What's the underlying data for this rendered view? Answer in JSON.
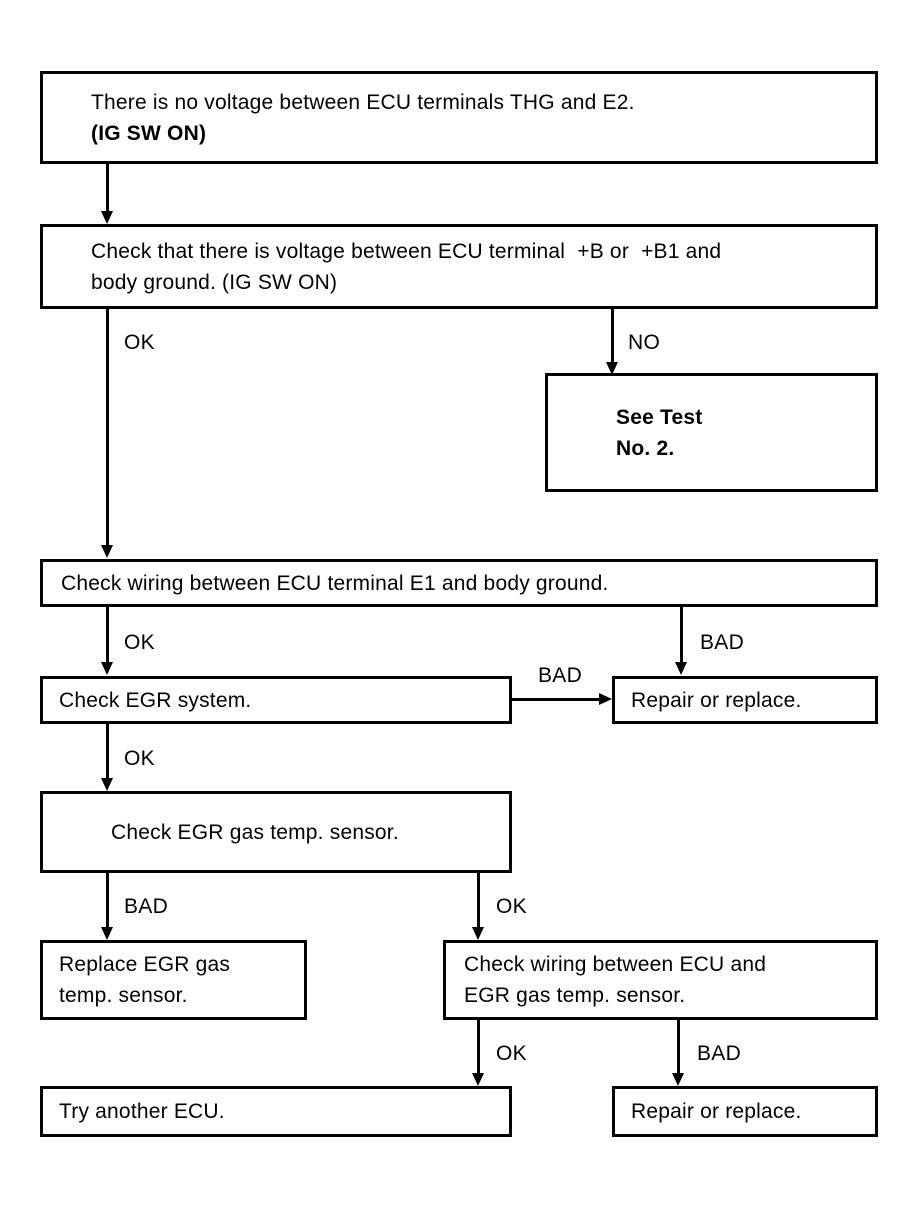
{
  "diagram": {
    "title": "EGR gas temperature sensor troubleshooting flowchart",
    "type": "flowchart",
    "nodes": [
      {
        "id": "n1",
        "lines": [
          {
            "text": "There is no voltage between ECU terminals THG and E2.",
            "bold": false
          },
          {
            "text": "(IG SW ON)",
            "bold": true
          }
        ]
      },
      {
        "id": "n2",
        "lines": [
          {
            "text": "Check that there is voltage between ECU terminal  +B or  +B1 and",
            "bold": false
          },
          {
            "text": "body ground. ",
            "bold": false
          },
          {
            "text": "(IG SW ON)",
            "bold": true
          }
        ]
      },
      {
        "id": "n3",
        "lines": [
          {
            "text": "See Test",
            "bold": true
          },
          {
            "text": "No. 2.",
            "bold": true
          }
        ]
      },
      {
        "id": "n4",
        "lines": [
          {
            "text": "Check wiring between ECU terminal E1 and body ground.",
            "bold": false
          }
        ]
      },
      {
        "id": "n5",
        "lines": [
          {
            "text": "Check EGR system.",
            "bold": false
          }
        ]
      },
      {
        "id": "n6",
        "lines": [
          {
            "text": "Repair or replace.",
            "bold": false
          }
        ]
      },
      {
        "id": "n7",
        "lines": [
          {
            "text": "Check EGR gas temp. sensor.",
            "bold": false
          }
        ]
      },
      {
        "id": "n8",
        "lines": [
          {
            "text": "Replace EGR gas",
            "bold": false
          },
          {
            "text": "temp. sensor.",
            "bold": false
          }
        ]
      },
      {
        "id": "n9",
        "lines": [
          {
            "text": "Check wiring between ECU and",
            "bold": false
          },
          {
            "text": "EGR gas temp. sensor.",
            "bold": false
          }
        ]
      },
      {
        "id": "n10",
        "lines": [
          {
            "text": "Try another ECU.",
            "bold": false
          }
        ]
      },
      {
        "id": "n11",
        "lines": [
          {
            "text": "Repair or replace.",
            "bold": false
          }
        ]
      }
    ],
    "edge_labels": {
      "n2_ok": "OK",
      "n2_no": "NO",
      "n4_ok": "OK",
      "n4_bad": "BAD",
      "n5_bad": "BAD",
      "n7_bad": "BAD",
      "n7_ok": "OK",
      "n9_ok": "OK",
      "n9_bad": "BAD"
    },
    "colors": {
      "stroke": "#000000",
      "background": "#ffffff",
      "text": "#000000"
    }
  }
}
